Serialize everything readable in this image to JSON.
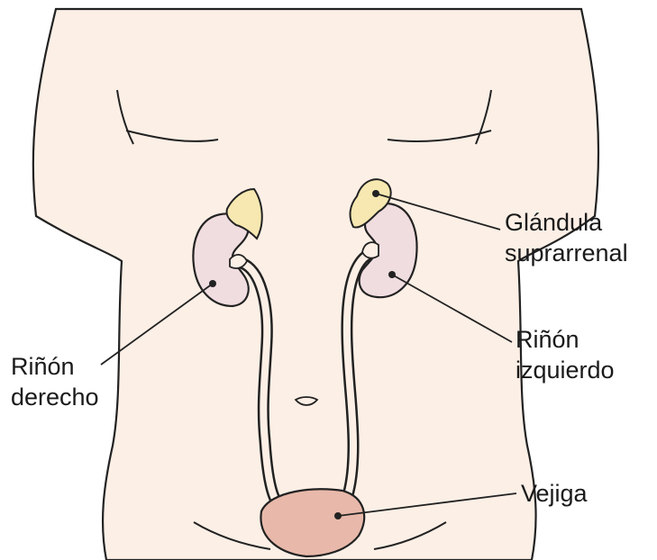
{
  "labels": {
    "adrenal": [
      "Glándula",
      "suprarrenal"
    ],
    "left_kidney": [
      "Riñón",
      "izquierdo"
    ],
    "right_kidney": [
      "Riñón",
      "derecho"
    ],
    "bladder": "Vejiga"
  },
  "colors": {
    "skin": "#fcefe6",
    "kidney": "#f0dde0",
    "adrenal": "#f6e8b0",
    "bladder": "#e8b9aa",
    "outline": "#222222"
  }
}
